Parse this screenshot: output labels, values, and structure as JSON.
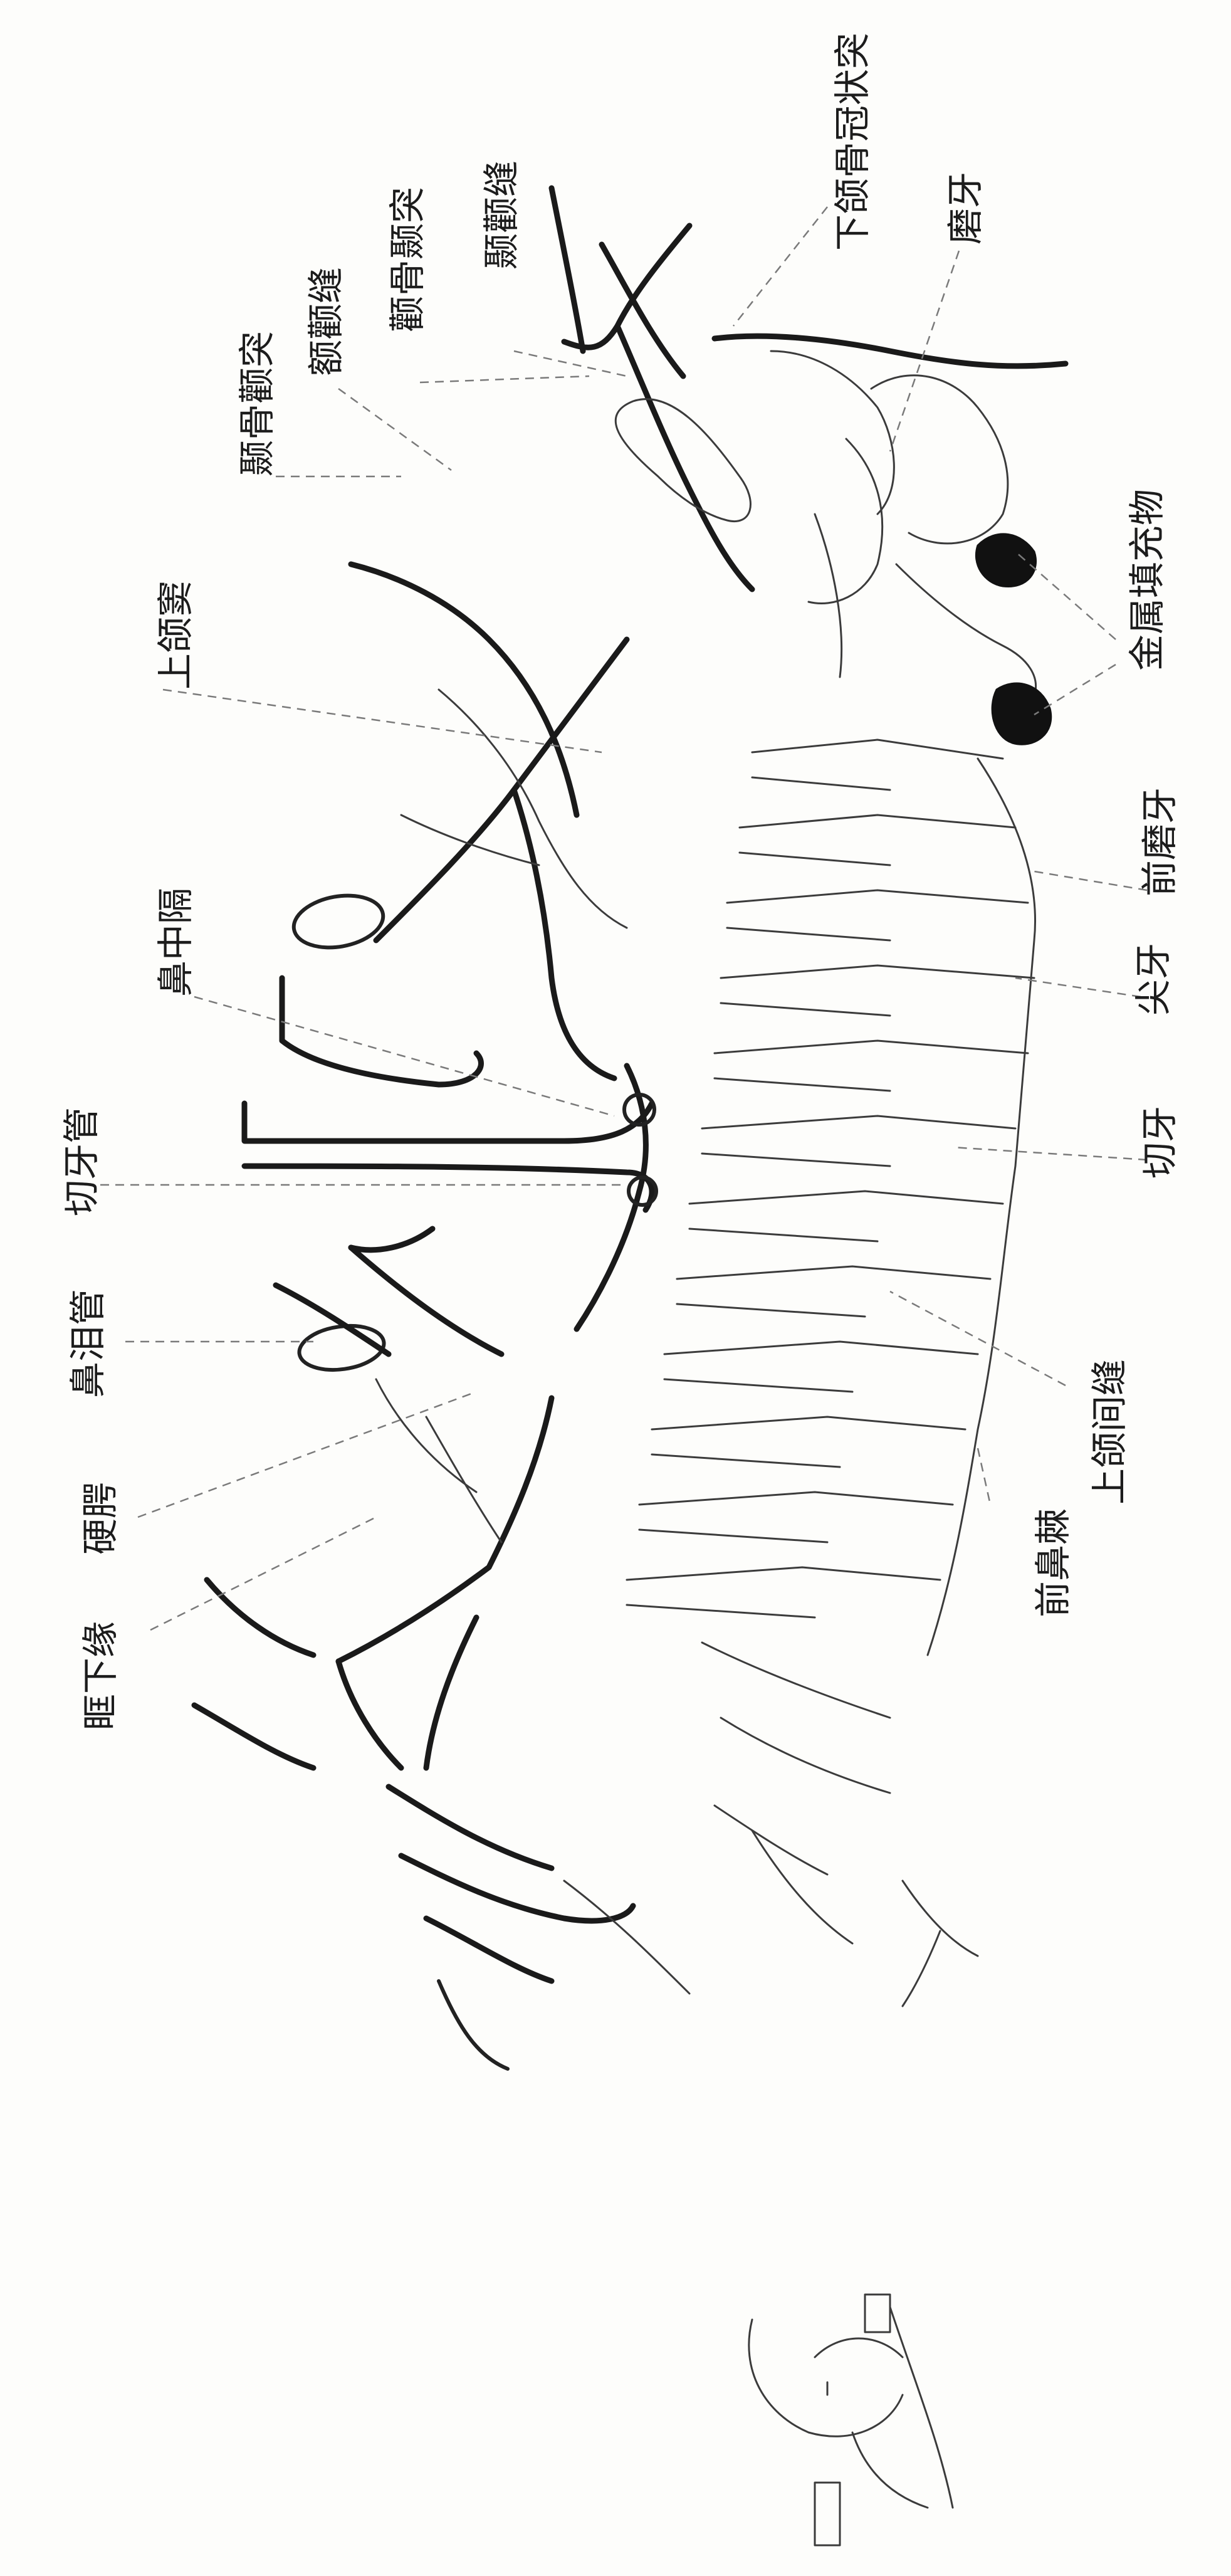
{
  "diagram": {
    "labels": {
      "mandible_coronoid": "下颌骨冠状突",
      "molar": "磨牙",
      "temporozygomatic_suture": "颞颧缝",
      "zygomatic_temporal_process": "颧骨颞突",
      "frontozygomatic_suture": "额颧缝",
      "temporal_zygomatic_process": "颞骨颧突",
      "metal_filling": "金属填充物",
      "maxillary_sinus": "上颌窦",
      "premolar": "前磨牙",
      "nasal_septum": "鼻中隔",
      "canine": "尖牙",
      "incisive_canal": "切牙管",
      "incisor": "切牙",
      "nasolacrimal_canal": "鼻泪管",
      "intermaxillary_suture": "上颌间缝",
      "hard_palate": "硬腭",
      "anterior_nasal_spine": "前鼻棘",
      "infraorbital_margin": "眶下缘"
    }
  }
}
